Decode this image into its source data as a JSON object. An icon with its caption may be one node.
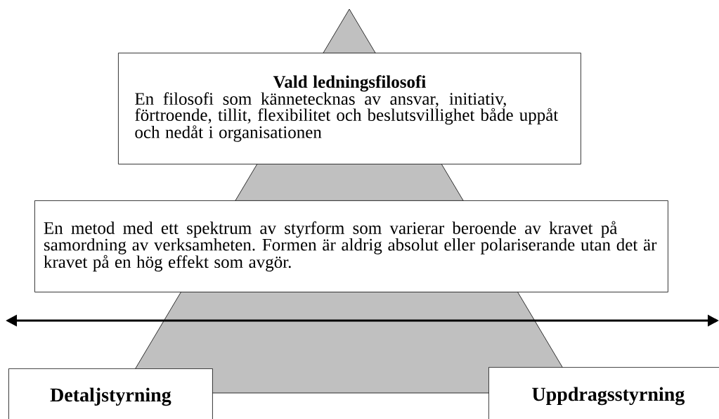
{
  "diagram": {
    "nodes": [
      {
        "text": [
          "Vald ledningsfilosofi",
          "En filosofi som kännetecknas av ansvar, initiativ, förtroende, tillit, flexibilitet och beslutsvillighet både uppåt och nedåt i organisationen"
        ]
      },
      {
        "text": [
          "En metod med ett spektrum av styrform som varierar beroende av kravet på samordning av verksamheten. Formen är aldrig absolut eller polariserande utan det är kravet på en hög effekt som avgör."
        ]
      },
      {
        "text": [
          "Detaljstyrning"
        ]
      },
      {
        "text": [
          "Uppdragsstyrning"
        ]
      }
    ]
  }
}
